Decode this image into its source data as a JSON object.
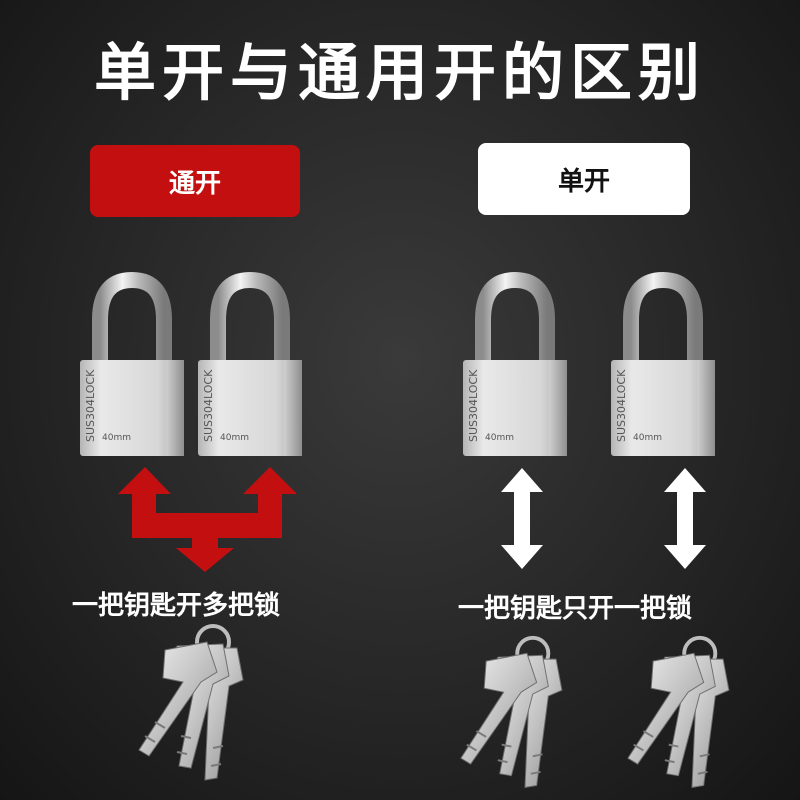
{
  "title": "单开与通用开的区别",
  "left": {
    "pill_label": "通开",
    "caption": "一把钥匙开多把锁",
    "accent": "#c40f10"
  },
  "right": {
    "pill_label": "单开",
    "caption": "一把钥匙只开一把锁",
    "accent": "#ffffff"
  },
  "lock_engraving": {
    "brand": "SUS304LOCK",
    "size": "40mm"
  },
  "icons": [
    "padlock-icon",
    "key-bunch-icon",
    "merge-arrow-icon",
    "double-arrow-icon"
  ]
}
